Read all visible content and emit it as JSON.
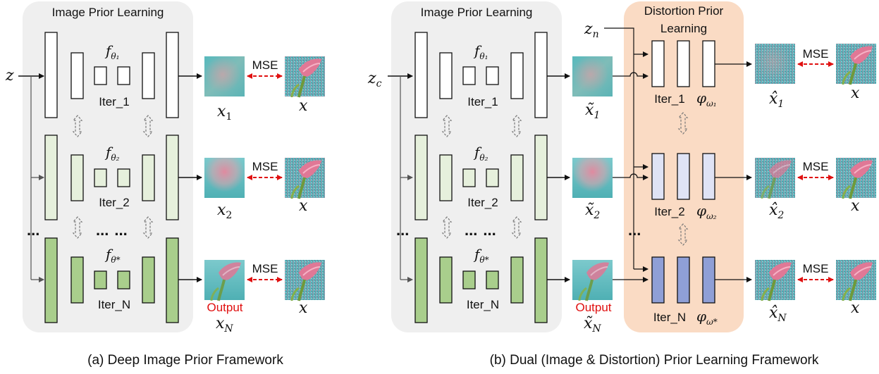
{
  "panel_a": {
    "box_title": "Image Prior Learning",
    "input_var": "z",
    "rows": [
      {
        "theta": "f",
        "theta_sub": "θ₁",
        "iter": "Iter_1",
        "out_var": "x",
        "out_sub": "1",
        "target": "x",
        "loss": "MSE"
      },
      {
        "theta": "f",
        "theta_sub": "θ₂",
        "iter": "Iter_2",
        "out_var": "x",
        "out_sub": "2",
        "target": "x",
        "loss": "MSE"
      },
      {
        "theta": "f",
        "theta_sub": "θ*",
        "iter": "Iter_N",
        "out_var": "x",
        "out_sub": "N",
        "target": "x",
        "loss": "MSE",
        "output_label": "Output"
      }
    ],
    "dots": "...",
    "caption": "(a) Deep Image Prior Framework"
  },
  "panel_b": {
    "box_title": "Image Prior Learning",
    "input_var": "z",
    "input_sub": "c",
    "noise_var": "z",
    "noise_sub": "n",
    "distortion_title_1": "Distortion Prior",
    "distortion_title_2": "Learning",
    "rows": [
      {
        "theta": "f",
        "theta_sub": "θ₁",
        "iter": "Iter_1",
        "out_var": "x̃",
        "out_sub": "1",
        "dist_iter": "Iter_1",
        "omega": "φ",
        "omega_sub": "ω₁",
        "hat_var": "x̂",
        "hat_sub": "1",
        "target": "x",
        "loss": "MSE"
      },
      {
        "theta": "f",
        "theta_sub": "θ₂",
        "iter": "Iter_2",
        "out_var": "x̃",
        "out_sub": "2",
        "dist_iter": "Iter_2",
        "omega": "φ",
        "omega_sub": "ω₂",
        "hat_var": "x̂",
        "hat_sub": "2",
        "target": "x",
        "loss": "MSE"
      },
      {
        "theta": "f",
        "theta_sub": "θ*",
        "iter": "Iter_N",
        "out_var": "x̃",
        "out_sub": "N",
        "dist_iter": "Iter_N",
        "omega": "φ",
        "omega_sub": "ω*",
        "hat_var": "x̂",
        "hat_sub": "N",
        "target": "x",
        "loss": "MSE",
        "output_label": "Output"
      }
    ],
    "dots": "...",
    "caption": "(b) Dual (Image & Distortion) Prior Learning Framework"
  },
  "colors": {
    "panel_bg": "#efefef",
    "distortion_bg": "#fadbc4",
    "row1_fill": "#ffffff",
    "row2_fill": "#e6f0dc",
    "row3_fill": "#a9ce8c",
    "dist_row2_fill": "#dfe3f5",
    "dist_row3_fill": "#8f9fd6",
    "mse_arrow": "#e01010",
    "output_label": "#e01010"
  }
}
